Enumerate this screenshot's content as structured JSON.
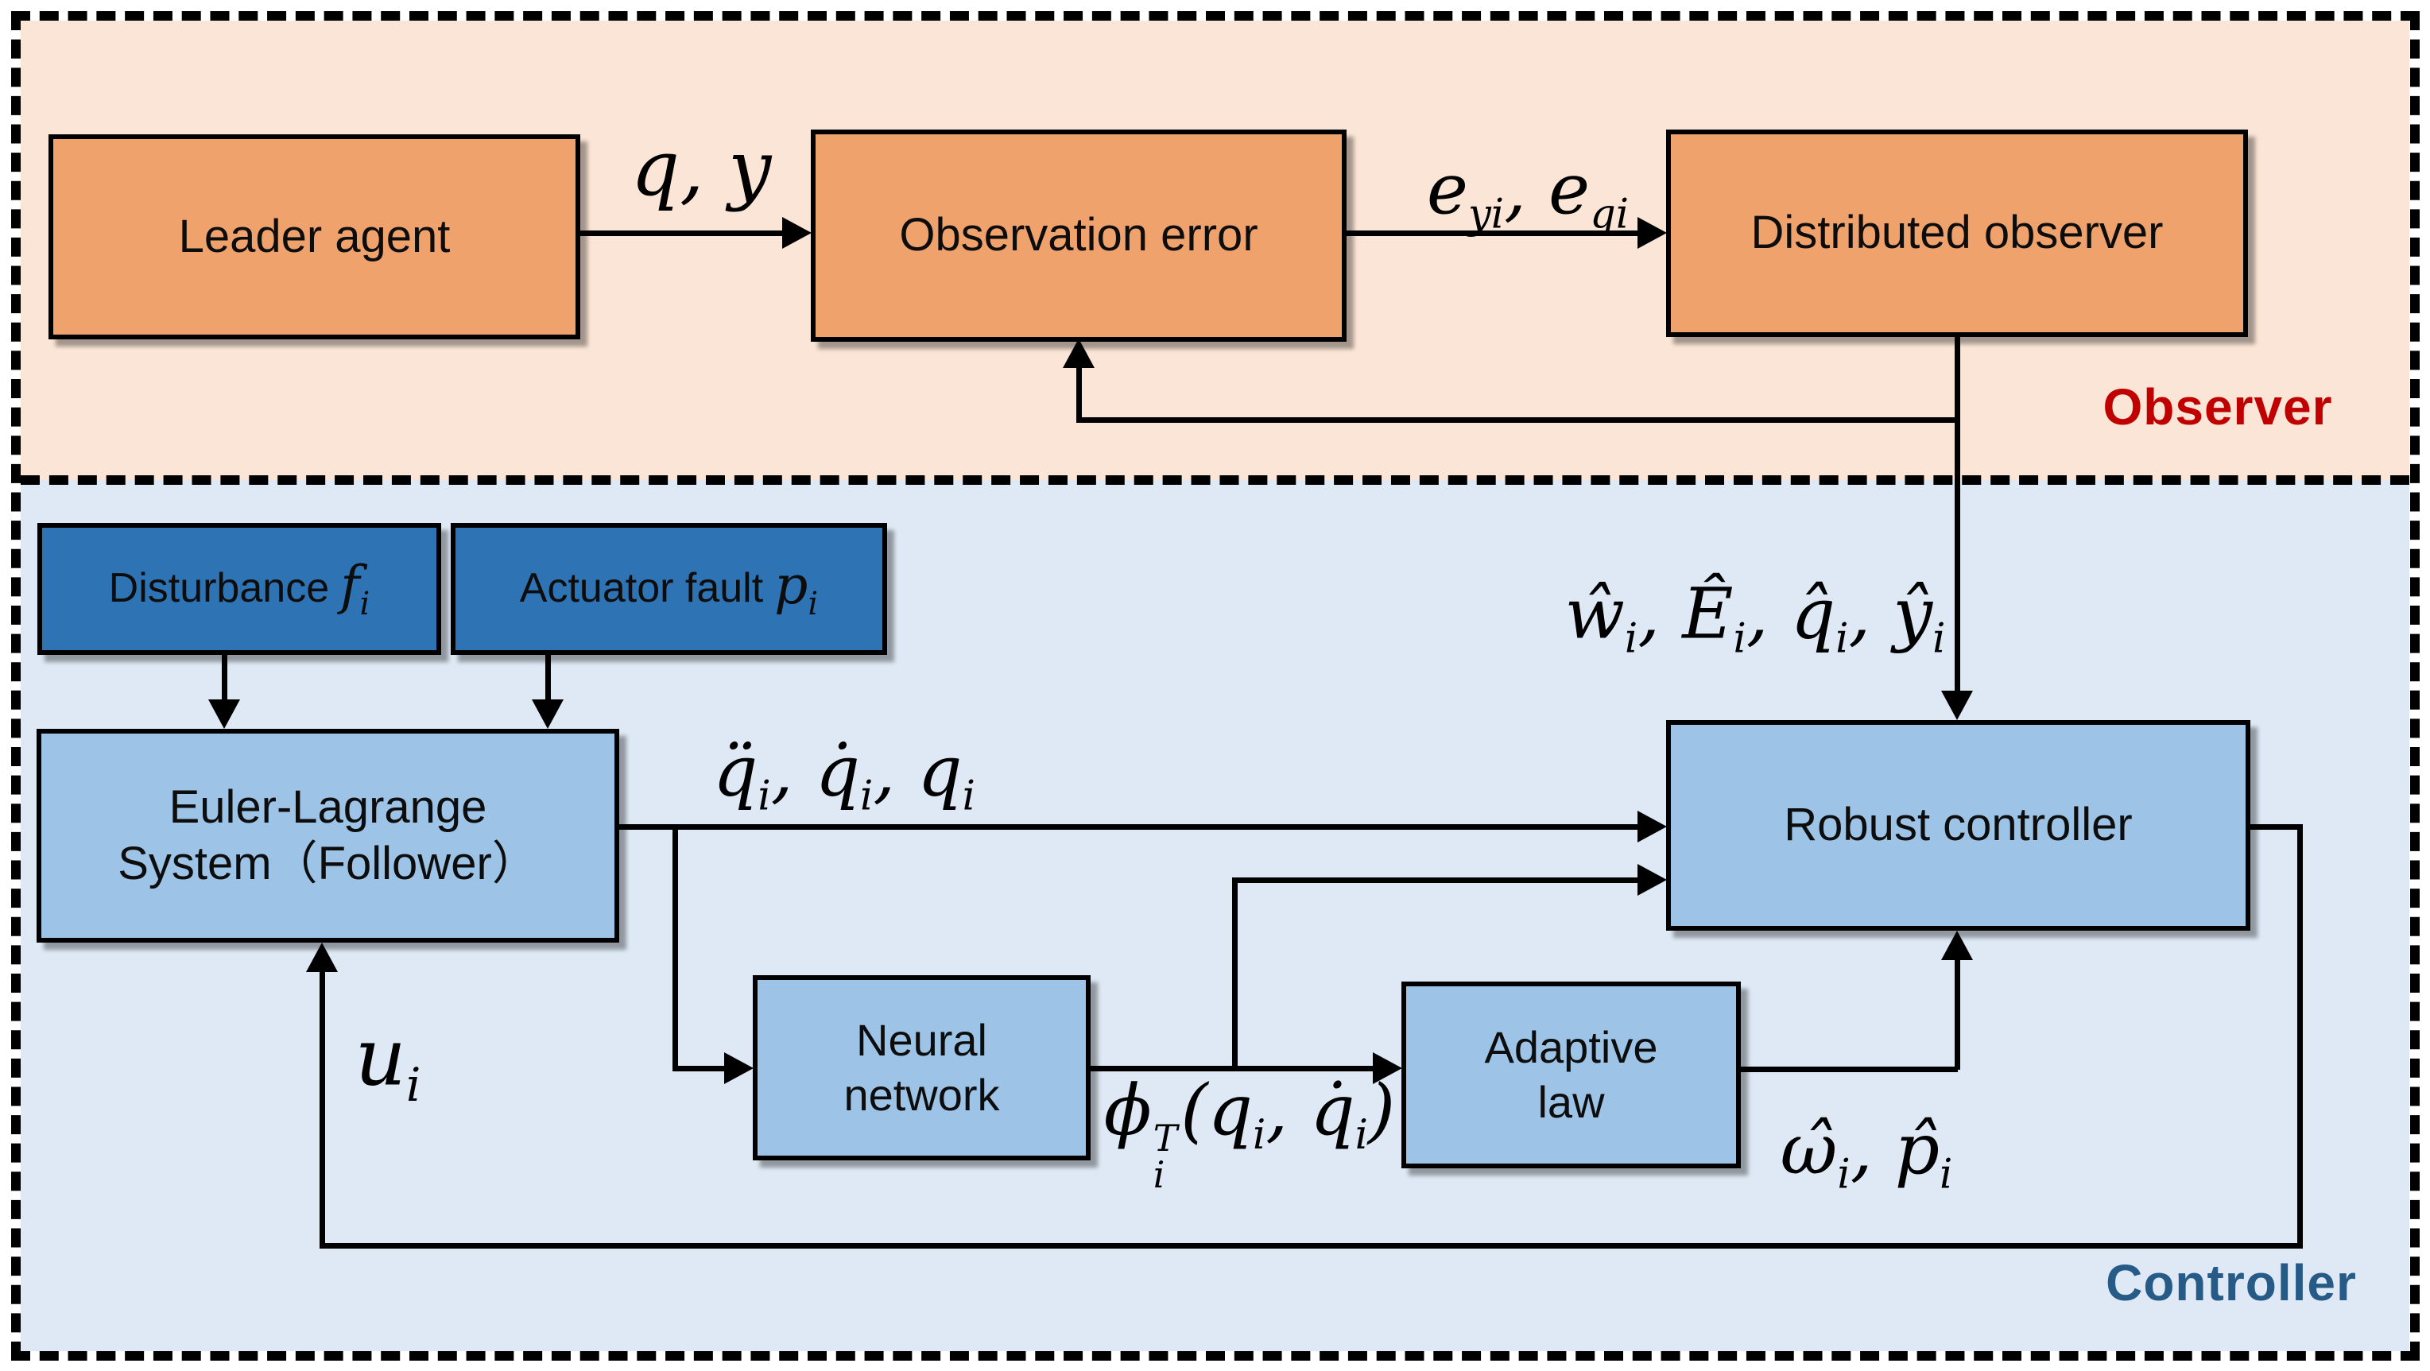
{
  "sections": {
    "observer_tag": "Observer",
    "controller_tag": "Controller"
  },
  "colors": {
    "observer_bg": "#fbe5d6",
    "controller_bg": "#dee9f5",
    "orange_box": "#f0a26d",
    "blue_box": "#9dc3e6",
    "dark_blue_box": "#2e74b5",
    "observer_tag": "#c00000",
    "controller_tag": "#265b87",
    "line": "#000000"
  },
  "boxes": {
    "leader": {
      "label": "Leader agent"
    },
    "observation_error": {
      "label": "Observation error"
    },
    "distributed_observer": {
      "label": "Distributed observer"
    },
    "disturbance": {
      "label": "Disturbance",
      "symbol": "f",
      "symbol_sub": "i"
    },
    "actuator_fault": {
      "label": "Actuator fault",
      "symbol": "p",
      "symbol_sub": "i"
    },
    "euler_lagrange": {
      "line1": "Euler-Lagrange",
      "line2": "System（Follower）"
    },
    "robust_controller": {
      "label": "Robust controller"
    },
    "neural_network": {
      "line1": "Neural",
      "line2": "network"
    },
    "adaptive_law": {
      "line1": "Adaptive",
      "line2": "law"
    }
  },
  "signals": {
    "leader_out": "q, y",
    "obs_error_out": {
      "p1": "e",
      "s1": "yi",
      "c1": ", ",
      "p2": "e",
      "s2": "qi"
    },
    "observer_estimates": {
      "p1": "ŵ",
      "s1": "i",
      "c1": ", ",
      "p2": "Ê",
      "s2": "i",
      "c2": ", ",
      "p3": "q̂",
      "s3": "i",
      "c3": ", ",
      "p4": "ŷ",
      "s4": "i"
    },
    "plant_states": {
      "p1": "q̈",
      "s1": "i",
      "c1": ", ",
      "p2": "q̇",
      "s2": "i",
      "c2": ", ",
      "p3": "q",
      "s3": "i"
    },
    "nn_out": {
      "base": "ϕ",
      "sup": "T",
      "sub": "i",
      "open": "(",
      "a": "q",
      "a_sub": "i",
      "comma": ", ",
      "b": "q̇",
      "b_sub": "i",
      "close": ")"
    },
    "adaptive_out": {
      "p1": "ω̂",
      "s1": "i",
      "c1": ", ",
      "p2": "p̂",
      "s2": "i"
    },
    "control_input": {
      "base": "u",
      "sub": "i"
    }
  }
}
